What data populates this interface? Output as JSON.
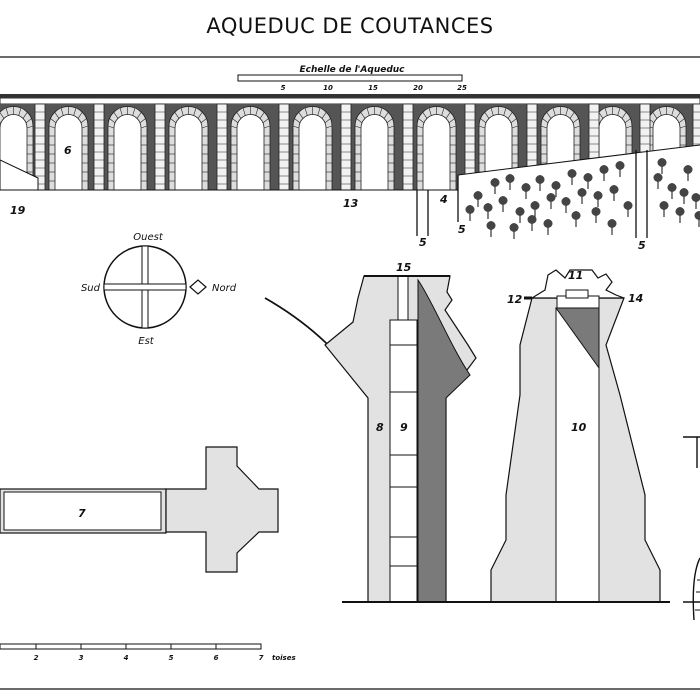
{
  "title": "AQUEDUC DE COUTANCES",
  "upper_scale": {
    "title": "Echelle de l'Aqueduc",
    "ticks": [
      "5",
      "10",
      "15",
      "20",
      "25"
    ]
  },
  "lower_scale": {
    "ticks": [
      "2",
      "3",
      "4",
      "5",
      "6",
      "7"
    ],
    "unit": "toises"
  },
  "compass": {
    "north": "Nord",
    "south": "Sud",
    "east": "Est",
    "west": "Ouest"
  },
  "labels": {
    "n4": "4",
    "n5": "5",
    "n6": "6",
    "n7": "7",
    "n8": "8",
    "n9": "9",
    "n10": "10",
    "n11": "11",
    "n12": "12",
    "n13": "13",
    "n14": "14",
    "n15": "15",
    "n19": "19"
  },
  "colors": {
    "stone_fill": "#e2e2e2",
    "dark_channel": "#7a7a7a",
    "arcade_pier": "#555555",
    "outline": "#111111"
  }
}
